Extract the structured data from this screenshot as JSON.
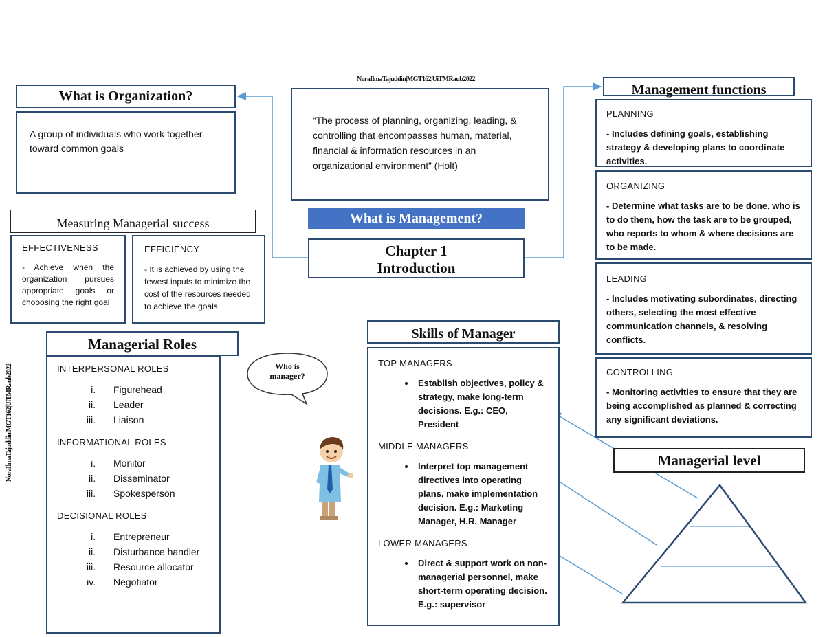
{
  "header": {
    "credit": "NoraIlmaTajuddin|MGT162|UiTMRaub2022"
  },
  "side_credit": "NoraIlmaTajuddin|MGT162|UiTMRaub2022",
  "organization": {
    "title": "What is Organization?",
    "text": "A group of individuals who work together toward common goals"
  },
  "definition": {
    "text": "“The process of planning, organizing, leading, & controlling that encompasses human, material, financial & information resources in an organizational environment” (Holt)"
  },
  "management_banner": "What is Management?",
  "chapter": {
    "line1": "Chapter 1",
    "line2": "Introduction"
  },
  "measuring": {
    "title": "Measuring Managerial success",
    "effectiveness": {
      "heading": "EFFECTIVENESS",
      "text": "- Achieve when the organization pursues appropriate goals or chooosing the right goal"
    },
    "efficiency": {
      "heading": "EFFICIENCY",
      "text": "- It is achieved by using the fewest inputs to minimize the cost of the resources needed to achieve the goals"
    }
  },
  "functions": {
    "title": "Management functions",
    "items": [
      {
        "heading": "PLANNING",
        "text": "- Includes defining goals, establishing strategy & developing plans to coordinate activities."
      },
      {
        "heading": "ORGANIZING",
        "text": "- Determine what tasks are to be done, who is to do them, how the task are to be grouped, who reports to whom & where decisions are to be made."
      },
      {
        "heading": "LEADING",
        "text": "- Includes motivating subordinates, directing others, selecting the most effective communication channels, & resolving conflicts."
      },
      {
        "heading": "CONTROLLING",
        "text": "- Monitoring activities to ensure that they are being accomplished as planned & correcting any significant deviations."
      }
    ]
  },
  "roles": {
    "title": "Managerial Roles",
    "interpersonal": {
      "heading": "INTERPERSONAL ROLES",
      "items": [
        "Figurehead",
        "Leader",
        "Liaison"
      ]
    },
    "informational": {
      "heading": "INFORMATIONAL ROLES",
      "items": [
        "Monitor",
        "Disseminator",
        "Spokesperson"
      ]
    },
    "decisional": {
      "heading": "DECISIONAL ROLES",
      "items": [
        "Entrepreneur",
        "Disturbance handler",
        "Resource allocator",
        "Negotiator"
      ]
    }
  },
  "speech": {
    "text": "Who is manager?"
  },
  "skills": {
    "title": "Skills of Manager",
    "top": {
      "heading": "TOP MANAGERS",
      "text": "Establish objectives, policy & strategy, make long-term decisions. E.g.: CEO, President"
    },
    "middle": {
      "heading": "MIDDLE MANAGERS",
      "text": "Interpret top management directives into operating plans, make implementation decision. E.g.: Marketing Manager, H.R. Manager"
    },
    "lower": {
      "heading": "LOWER MANAGERS",
      "text": "Direct & support work on non-managerial personnel, make short-term operating decision. E.g.: supervisor"
    }
  },
  "level": {
    "title": "Managerial level"
  },
  "colors": {
    "border": "#2b4a6f",
    "banner": "#4472c4",
    "arrow": "#5b9bd5"
  }
}
